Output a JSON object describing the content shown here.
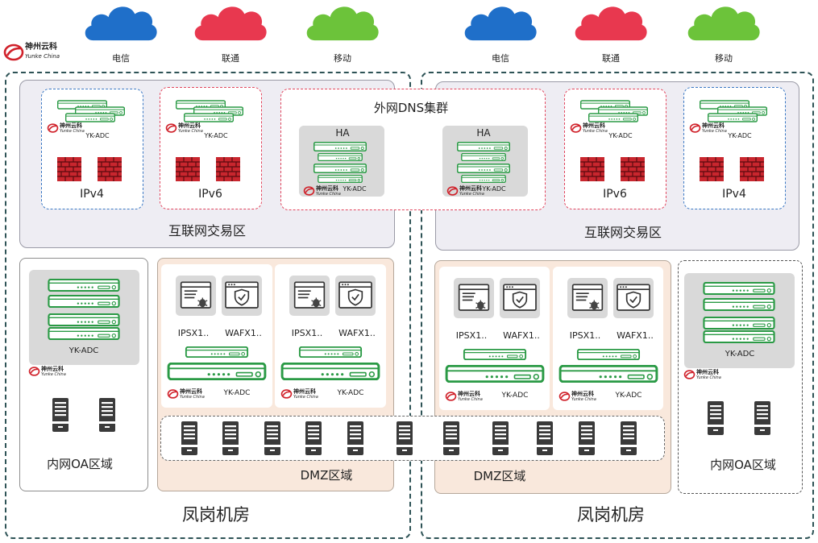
{
  "brand": {
    "name_cn": "神州云科",
    "name_en": "Yunke China",
    "color": "#d0212a"
  },
  "carriers": {
    "left": [
      {
        "label": "电信",
        "color": "#1f6fc9"
      },
      {
        "label": "联通",
        "color": "#e8384f"
      },
      {
        "label": "移动",
        "color": "#6cc33a"
      }
    ],
    "right": [
      {
        "label": "电信",
        "color": "#1f6fc9"
      },
      {
        "label": "联通",
        "color": "#e8384f"
      },
      {
        "label": "移动",
        "color": "#6cc33a"
      }
    ]
  },
  "colors": {
    "device_green": "#2a9a45",
    "firewall_red": "#c8262e",
    "room_border": "#2e5356",
    "ipv6_border": "#e2465e",
    "ipv4_border": "#3b78c4"
  },
  "dns_cluster": {
    "title": "外网DNS集群",
    "ha_label": "HA",
    "device_label": "YK-ADC"
  },
  "rooms": [
    {
      "name": "凤岗机房",
      "internet_zone": "互联网交易区",
      "ipv4": {
        "label": "IPv4",
        "device": "YK-ADC"
      },
      "ipv6": {
        "label": "IPv6",
        "device": "YK-ADC"
      },
      "oa": {
        "label": "内网OA区域",
        "device": "YK-ADC"
      },
      "dmz": {
        "label": "DMZ区域",
        "ips": "IPSX1..",
        "waf": "WAFX1..",
        "device": "YK-ADC"
      }
    },
    {
      "name": "凤岗机房",
      "internet_zone": "互联网交易区",
      "ipv4": {
        "label": "IPv4",
        "device": "YK-ADC"
      },
      "ipv6": {
        "label": "IPv6",
        "device": "YK-ADC"
      },
      "oa": {
        "label": "内网OA区域",
        "device": "YK-ADC"
      },
      "dmz": {
        "label": "DMZ区域",
        "ips": "IPSX1..",
        "waf": "WAFX1..",
        "device": "YK-ADC"
      }
    }
  ]
}
